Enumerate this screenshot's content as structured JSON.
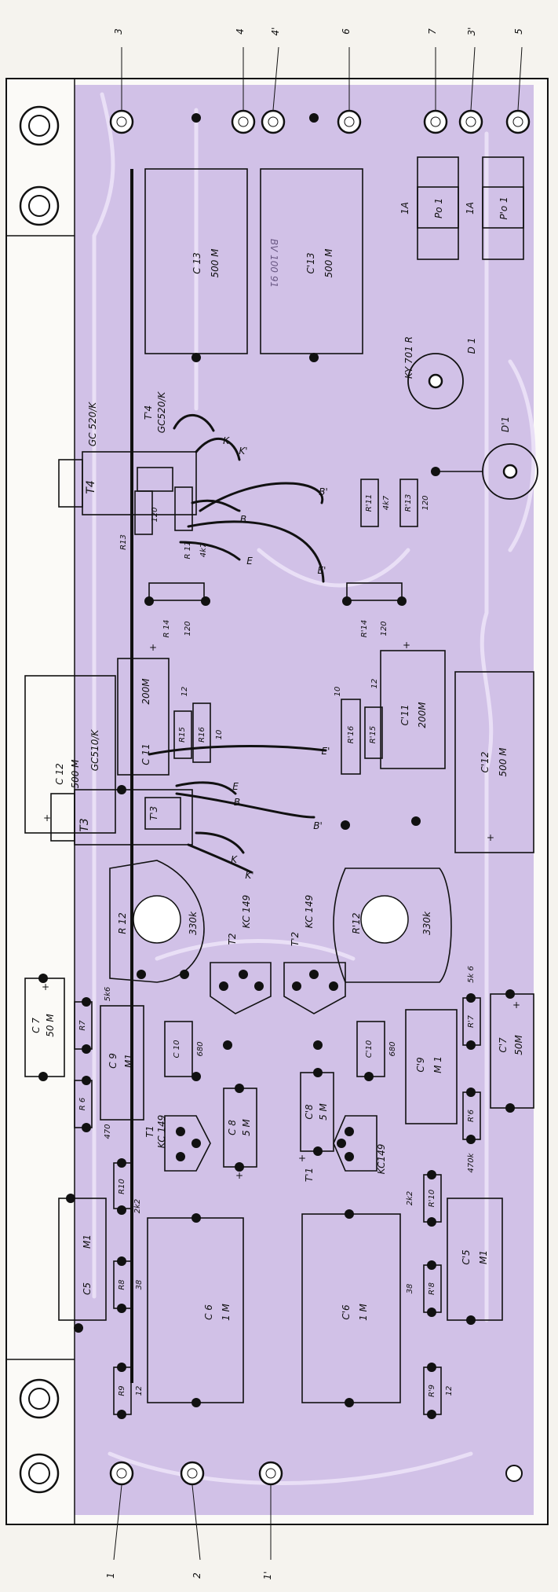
{
  "terminals": {
    "t3": "3",
    "t4": "4",
    "t4p": "4'",
    "t6": "6",
    "t7": "7",
    "t3p": "3'",
    "t5": "5",
    "t1": "1",
    "t2": "2",
    "t1p": "1'"
  },
  "fuses": [
    {
      "ref": "Po 1",
      "rating": "1A"
    },
    {
      "ref": "P'o 1",
      "rating": "1A"
    }
  ],
  "diodes": {
    "type": "KY 701 R",
    "d1": "D 1",
    "d1p": "D'1"
  },
  "transistors": {
    "T4": "T4",
    "T4p": "T'4",
    "T4_type": "GC 520/K",
    "T4p_type": "GC520/K",
    "T3": "T3",
    "T3p": "T'3",
    "T3_type": "GC510/K",
    "T2": "T2",
    "T2p": "T'2",
    "T2_type": "KC 149",
    "T2p_type": "KC 149",
    "T1": "T1",
    "T1p": "T'1",
    "T1_type": "KC 149",
    "T1p_type": "KC149"
  },
  "capacitors": {
    "C13": [
      "C 13",
      "500 M"
    ],
    "C13p": [
      "C'13",
      "500 M"
    ],
    "C12": [
      "C 12",
      "500 M"
    ],
    "C12p": [
      "C'12",
      "500 M"
    ],
    "C11": [
      "C 11",
      "200M"
    ],
    "C11p": [
      "C'11",
      "200M"
    ],
    "C10": "C 10",
    "C10v": "680",
    "C10p": "C'10",
    "C10pv": "680",
    "C9": [
      "C 9",
      "M1"
    ],
    "C9p": [
      "C'9",
      "M 1"
    ],
    "C8": [
      "C 8",
      "5 M"
    ],
    "C8p": [
      "C'8",
      "5 M"
    ],
    "C7": [
      "C 7",
      "50 M"
    ],
    "C7p": [
      "C'7",
      "50M"
    ],
    "C6": [
      "C 6",
      "1 M"
    ],
    "C6p": [
      "C'6",
      "1 M"
    ],
    "C5": [
      "C5",
      "M1"
    ],
    "C5p": [
      "C'5",
      "M1"
    ]
  },
  "resistors": {
    "R13": "R13",
    "R13v": "120",
    "R11": "R 11",
    "R11v": "4k7",
    "R14": "R 14",
    "R14v": "120",
    "R14p": "R'14",
    "R14pv": "120",
    "R11p": "R'11",
    "R11pv": "4k7",
    "R13p": "R'13",
    "R13pv": "120",
    "R15": "R15",
    "R15v": "12",
    "R16": "R16",
    "R16v": "10",
    "R15p": "R'15",
    "R15pv": "12",
    "R16p": "R'16",
    "R16pv": "10",
    "R12": "R 12",
    "R12v": "330k",
    "R12p": "R'12",
    "R12pv": "330k",
    "R7": "R7",
    "R7v": "5k6",
    "R7p": "R'7",
    "R7pv": "5k 6",
    "R6": "R 6",
    "R6v": "470",
    "R6p": "R'6",
    "R6pv": "470k",
    "R10": "R10",
    "R10v": "2k2",
    "R10p": "R'10",
    "R10pv": "2k2",
    "R8": "R8",
    "R8v": "38",
    "R8p": "R'8",
    "R8pv": "38",
    "R9": "R9",
    "R9v": "12",
    "R9p": "R'9",
    "R9pv": "12"
  },
  "nodes": {
    "B": "B",
    "Bp": "B'",
    "E": "E",
    "Ep": "E'",
    "K": "K",
    "Kp": "K'",
    "plus": "+"
  },
  "pcb_mark": "BV 100 91"
}
